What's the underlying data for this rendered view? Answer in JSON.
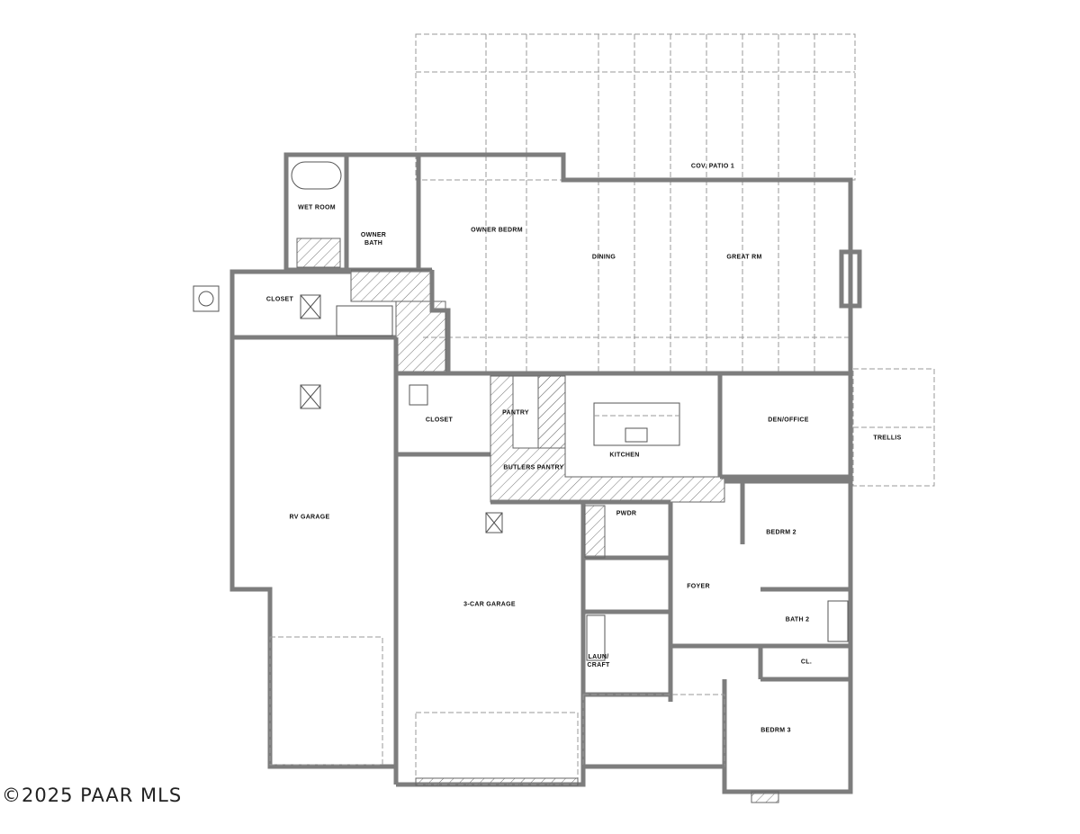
{
  "plan": {
    "rooms": {
      "cov_patio": "COV. PATIO 1",
      "wet_room": "WET ROOM",
      "owner_bath": "OWNER\nBATH",
      "owner_bedrm": "OWNER BEDRM",
      "dining": "DINING",
      "great_rm": "GREAT RM",
      "closet_owner": "CLOSET",
      "closet_mid": "CLOSET",
      "pantry": "PANTRY",
      "butlers_pantry": "BUTLERS PANTRY",
      "kitchen": "KITCHEN",
      "den_office": "DEN/OFFICE",
      "trellis": "TRELLIS",
      "rv_garage": "RV GARAGE",
      "pwdr": "PWDR",
      "bedrm2": "BEDRM 2",
      "foyer": "FOYER",
      "three_car_garage": "3-CAR GARAGE",
      "bath2": "BATH 2",
      "laun_craft": "LAUN/\nCRAFT",
      "cl": "CL.",
      "bedrm3": "BEDRM 3"
    },
    "watermark": "©2025 PAAR MLS"
  }
}
